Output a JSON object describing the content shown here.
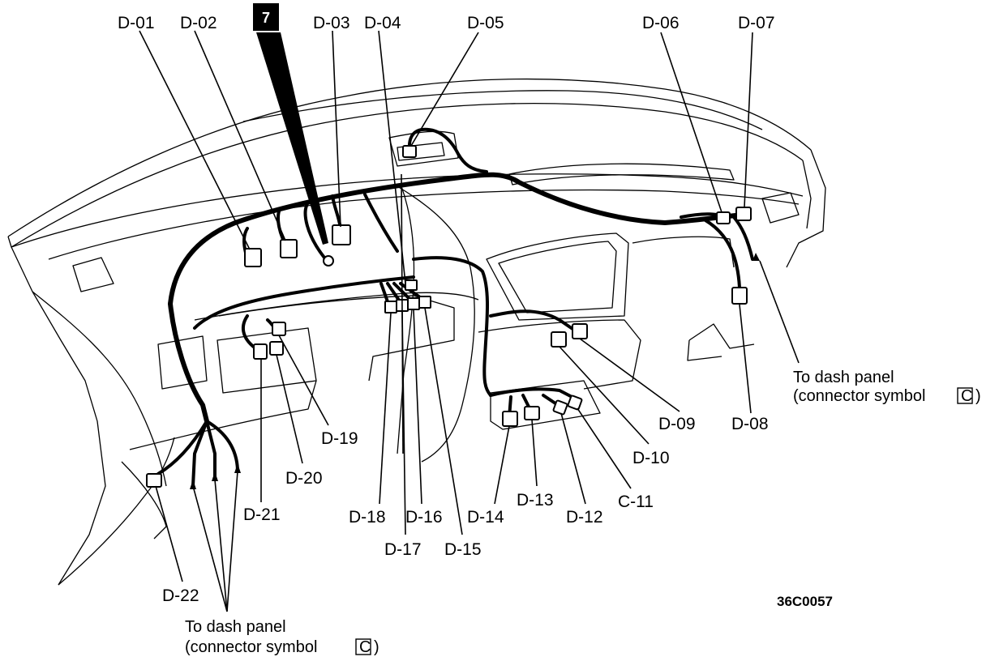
{
  "badge": "7",
  "labels": {
    "d01": "D-01",
    "d02": "D-02",
    "d03": "D-03",
    "d04": "D-04",
    "d05": "D-05",
    "d06": "D-06",
    "d07": "D-07",
    "d08": "D-08",
    "d09": "D-09",
    "d10": "D-10",
    "c11": "C-11",
    "d12": "D-12",
    "d13": "D-13",
    "d14": "D-14",
    "d15": "D-15",
    "d16": "D-16",
    "d17": "D-17",
    "d18": "D-18",
    "d19": "D-19",
    "d20": "D-20",
    "d21": "D-21",
    "d22": "D-22"
  },
  "notes": {
    "right_line1": "To dash panel",
    "right_line2": "(connector symbol",
    "right_symbol": "C",
    "right_close": ")",
    "left_line1": "To dash panel",
    "left_line2": "(connector symbol",
    "left_symbol": "C",
    "left_close": ")"
  },
  "figure_code": "36C0057"
}
